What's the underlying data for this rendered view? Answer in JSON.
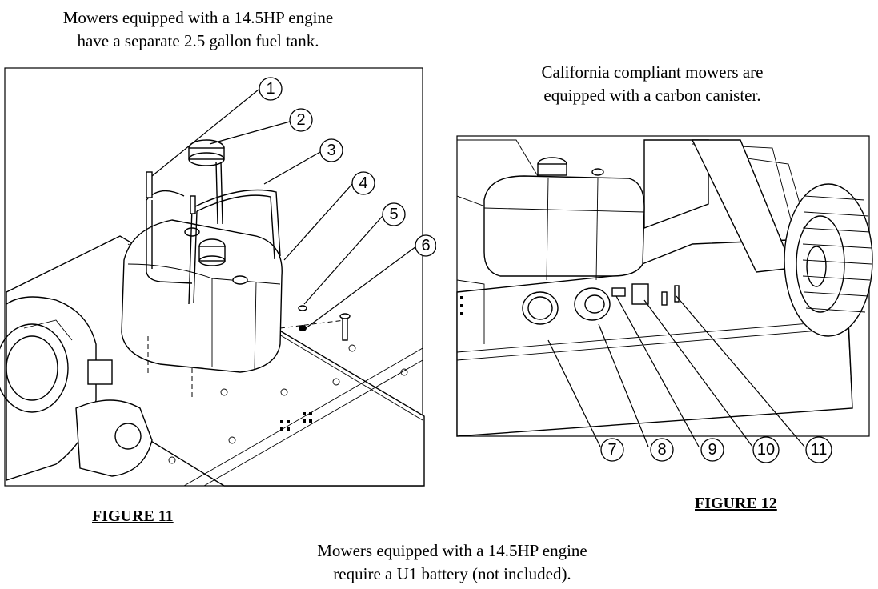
{
  "captions": {
    "fig11_top": [
      "Mowers equipped with a 14.5HP engine",
      "have a separate 2.5 gallon fuel tank."
    ],
    "fig12_top": [
      "California compliant mowers are",
      "equipped with a carbon canister."
    ],
    "bottom": [
      "Mowers equipped with a 14.5HP engine",
      "require a U1 battery (not included)."
    ]
  },
  "figures": {
    "fig11_label": "FIGURE 11",
    "fig12_label": "FIGURE 12"
  },
  "callouts": {
    "fig11": [
      "1",
      "2",
      "3",
      "4",
      "5",
      "6"
    ],
    "fig12": [
      "7",
      "8",
      "9",
      "10",
      "11"
    ]
  }
}
